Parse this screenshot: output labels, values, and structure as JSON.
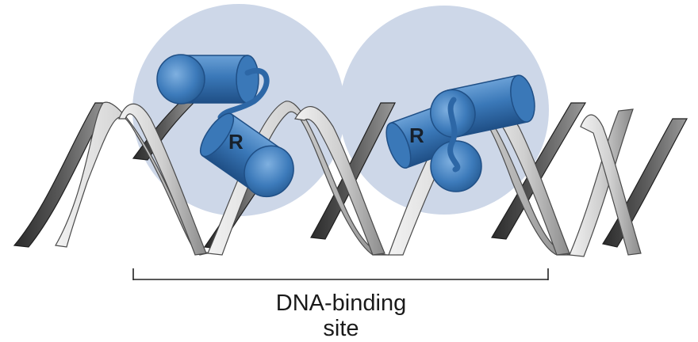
{
  "protein_labels": [
    "R",
    "R"
  ],
  "site_label_line1": "DNA-binding",
  "site_label_line2": "site",
  "colors": {
    "dimer_circle": "#cdd7e8",
    "helix_cylinder": "#3a78b8",
    "helix_cylinder_dark": "#1f4f86",
    "helix_cylinder_light": "#6aa0d6",
    "dna_strand_light": "#e4e4e4",
    "dna_strand_dark": "#333333",
    "bracket": "#222222"
  }
}
